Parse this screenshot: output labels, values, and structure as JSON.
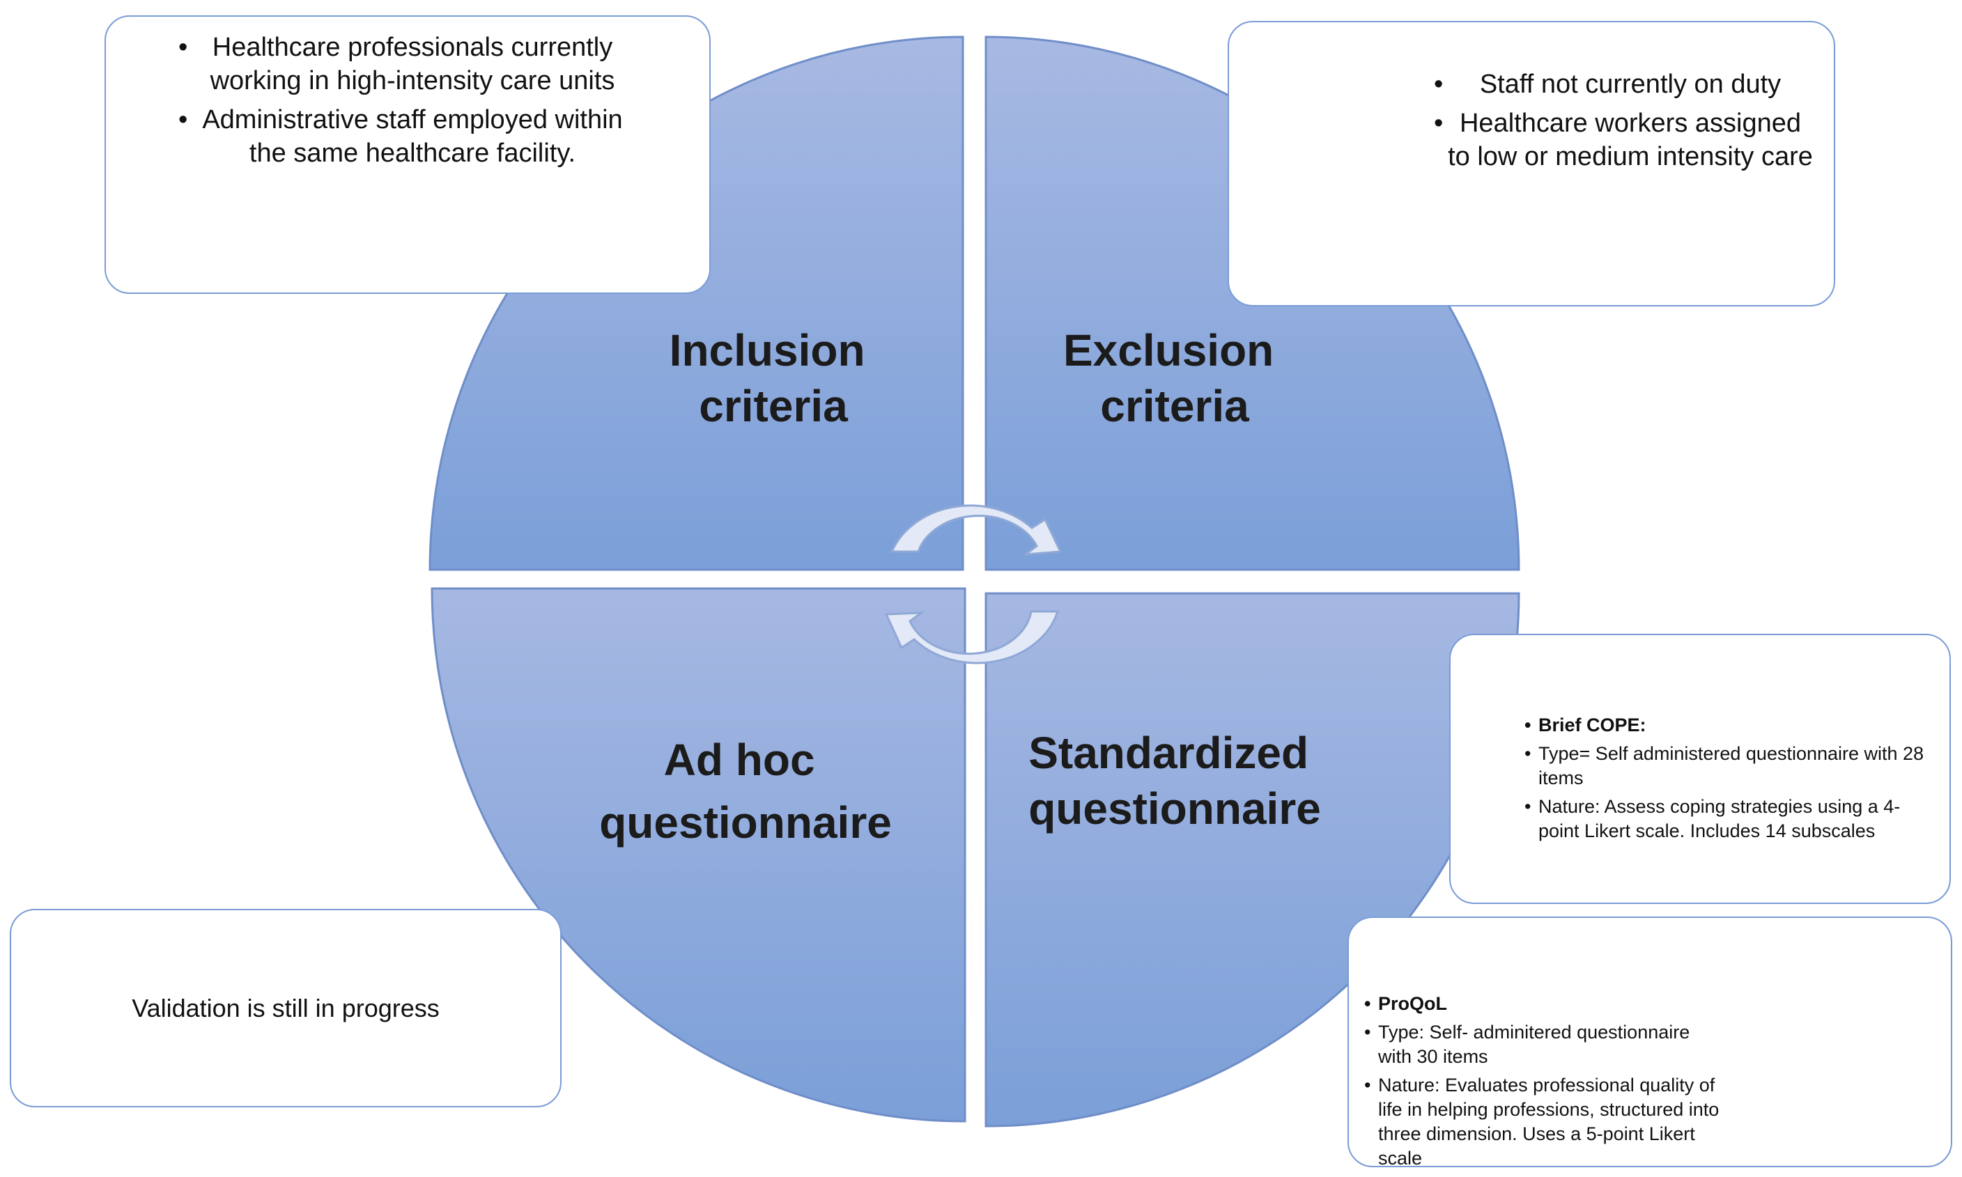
{
  "quadrants": [
    {
      "id": "inclusion",
      "title_lines": [
        "Inclusion",
        "criteria"
      ]
    },
    {
      "id": "exclusion",
      "title_lines": [
        "Exclusion",
        "criteria"
      ]
    },
    {
      "id": "adhoc",
      "title_lines": [
        "Ad hoc",
        "questionnaire"
      ]
    },
    {
      "id": "standardized",
      "title_lines": [
        "Standardized",
        "questionnaire"
      ]
    }
  ],
  "boxes": {
    "inclusion": {
      "bullet": "•",
      "items": [
        "Healthcare professionals currently working in high-intensity care units",
        "Administrative staff employed within the same healthcare facility."
      ]
    },
    "exclusion": {
      "bullet": "•",
      "items": [
        "Staff not currently on duty",
        "Healthcare workers assigned to low or medium intensity care"
      ]
    },
    "adhoc": {
      "text": "Validation is still in progress"
    },
    "brief_cope": {
      "bullet": "•",
      "title": "Brief COPE:",
      "items": [
        "Type= Self administered questionnaire with 28 items",
        "Nature: Assess coping strategies using a 4-point Likert scale. Includes 14 subscales"
      ]
    },
    "proqol": {
      "bullet": "•",
      "title": "ProQoL",
      "items": [
        "Type: Self- adminitered questionnaire with 30 items",
        "Nature: Evaluates professional quality of life in helping professions, structured into three dimension. Uses a 5-point Likert scale"
      ]
    }
  },
  "colors": {
    "quadrant_top": "#a6b8e2",
    "quadrant_bottom": "#7b9fd8",
    "box_border": "#7a9cd6",
    "arrow_fill": "#e3e9f6"
  }
}
